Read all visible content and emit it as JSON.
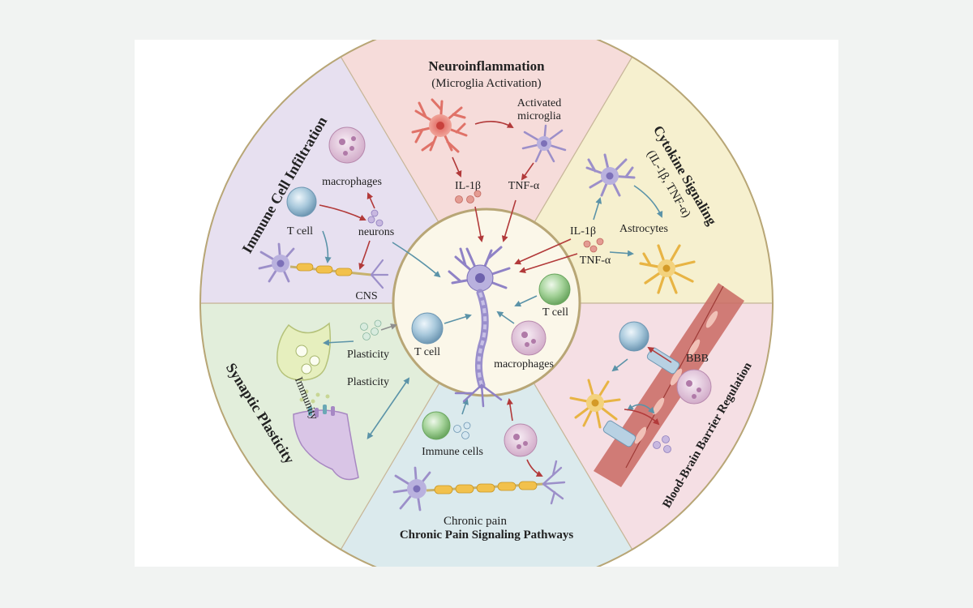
{
  "colors": {
    "neuroinflammation": "#f6dcda",
    "cytokine": "#f6f0cf",
    "bbb": "#f5dfe4",
    "chronic_pain": "#dbeaed",
    "synaptic": "#e2eedb",
    "immune_infiltration": "#e7e0f0",
    "center": "#fbf7e9",
    "ring": "#b8a676",
    "arrow_red": "#b23a3a",
    "arrow_blue": "#5b93a8"
  },
  "sections": {
    "neuroinflammation": {
      "title": "Neuroinflammation",
      "subtitle": "(Microglia Activation)",
      "activated_1": "Activated",
      "activated_2": "microglia",
      "il1b": "IL-1β",
      "tnfa": "TNF-α"
    },
    "cytokine": {
      "title": "Cytokine Signaling",
      "subtitle": "(IL-1β, TNF-α)",
      "astrocytes": "Astrocytes",
      "il1b": "IL-1β",
      "tnfa": "TNF-α"
    },
    "bbb": {
      "title": "Blood-Brain Barrier Regulation",
      "bbb_label": "BBB"
    },
    "chronic_pain": {
      "title": "Chronic Pain Signaling Pathways",
      "immune_cells": "Immune cells",
      "chronic_pain": "Chronic pain"
    },
    "synaptic": {
      "title": "Synaptic Plasticity",
      "plasticity_1": "Plasticity",
      "plasticity_2": "Plasticity",
      "immunity": "Immunity"
    },
    "immune_infiltration": {
      "title": "Immune Cell Infiltration",
      "macrophages": "macrophages",
      "t_cell": "T cell",
      "neurons": "neurons",
      "cns": "CNS"
    },
    "center": {
      "t_cell_right": "T cell",
      "t_cell_left": "T cell",
      "macrophages": "macrophages"
    }
  },
  "icons": [
    "neuron",
    "microglia",
    "astrocyte",
    "t-cell",
    "macrophage",
    "cytokine-dots",
    "blood-vessel",
    "synapse"
  ]
}
